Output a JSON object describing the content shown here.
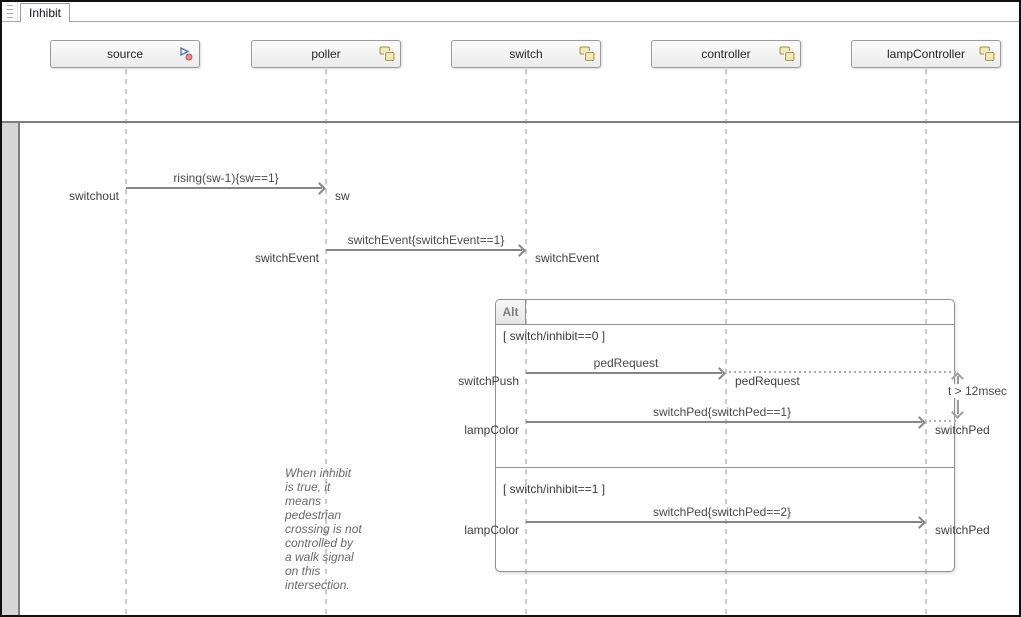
{
  "tab": {
    "label": "Inhibit"
  },
  "lifelines": [
    {
      "name": "source",
      "icon": "input-signal-icon"
    },
    {
      "name": "poller",
      "icon": "chart-icon"
    },
    {
      "name": "switch",
      "icon": "chart-icon"
    },
    {
      "name": "controller",
      "icon": "chart-icon"
    },
    {
      "name": "lampController",
      "icon": "chart-icon"
    }
  ],
  "messages": [
    {
      "label": "rising(sw-1){sw==1}",
      "sender_label": "switchout",
      "receiver_label": "sw",
      "from": "source",
      "to": "poller"
    },
    {
      "label": "switchEvent{switchEvent==1}",
      "sender_label": "switchEvent",
      "receiver_label": "switchEvent",
      "from": "poller",
      "to": "switch"
    },
    {
      "label": "pedRequest",
      "sender_label": "switchPush",
      "receiver_label": "pedRequest",
      "from": "switch",
      "to": "controller"
    },
    {
      "label": "switchPed{switchPed==1}",
      "sender_label": "lampColor",
      "receiver_label": "switchPed",
      "from": "switch",
      "to": "lampController"
    },
    {
      "label": "switchPed{switchPed==2}",
      "sender_label": "lampColor",
      "receiver_label": "switchPed",
      "from": "switch",
      "to": "lampController"
    }
  ],
  "fragment": {
    "operator": "Alt",
    "operands": [
      {
        "guard": "[ switch/inhibit==0 ]"
      },
      {
        "guard": "[ switch/inhibit==1 ]"
      }
    ]
  },
  "duration_constraint": {
    "label": "t > 12msec"
  },
  "annotation": {
    "text": "When inhibit\nis true, it\nmeans\npedestrian\ncrossing is not\ncontrolled by\na walk signal\non this\nintersection."
  },
  "colors": {
    "arrow": "#868686",
    "lifeline_dash": "#cbcbcb",
    "fragment_border": "#8f8f8f",
    "chart_icon_fill": "#f2e8b6",
    "chart_icon_stroke": "#a3914b",
    "input_icon_blue": "#4472c4",
    "input_icon_red": "#d9534f"
  }
}
